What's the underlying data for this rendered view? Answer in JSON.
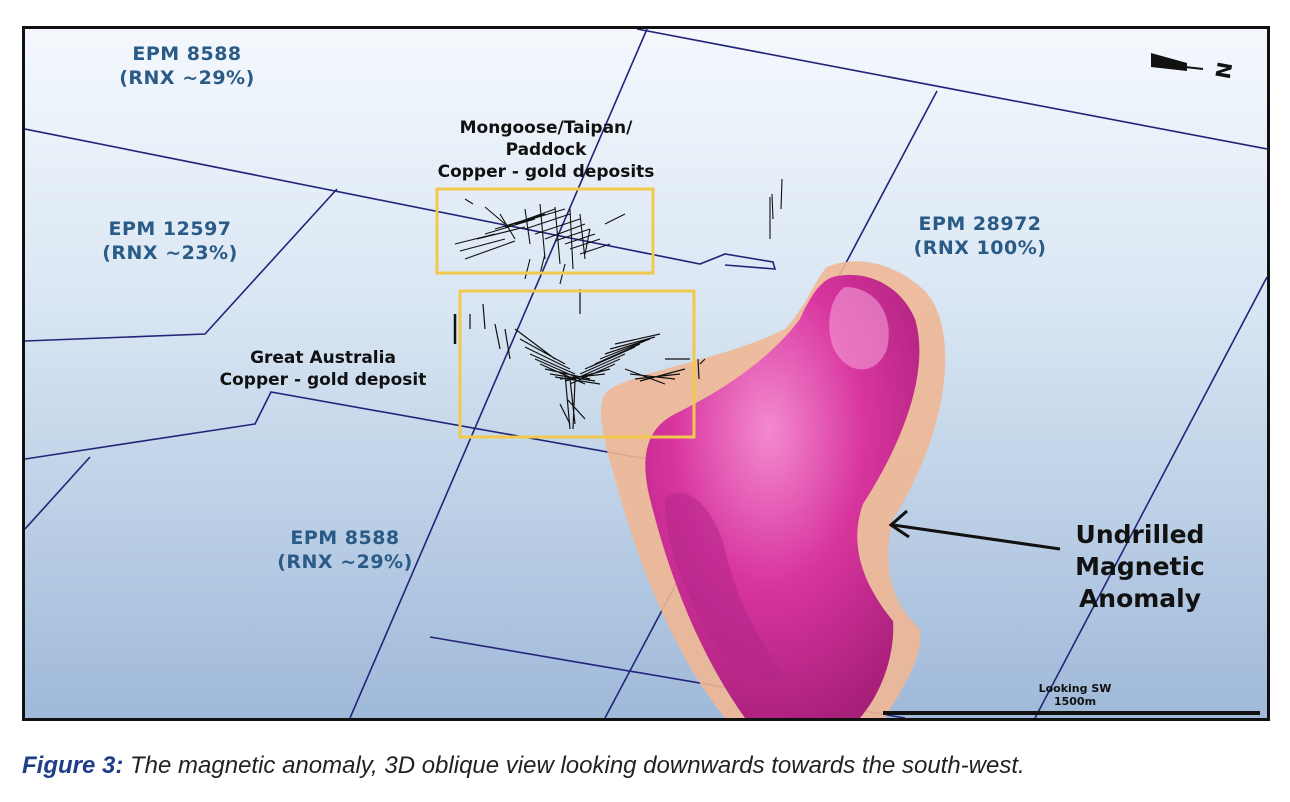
{
  "map": {
    "tenements": [
      {
        "id": "epm-8588-top",
        "name": "EPM 8588",
        "share": "(RNX ~29%)"
      },
      {
        "id": "epm-12597",
        "name": "EPM 12597",
        "share": "(RNX ~23%)"
      },
      {
        "id": "epm-28972",
        "name": "EPM 28972",
        "share": "(RNX 100%)"
      },
      {
        "id": "epm-8588-bottom",
        "name": "EPM 8588",
        "share": "(RNX ~29%)"
      }
    ],
    "deposits": {
      "mongoose": {
        "line1": "Mongoose/Taipan/",
        "line2": "Paddock",
        "line3": "Copper - gold deposits"
      },
      "great_australia": {
        "line1": "Great Australia",
        "line2": "Copper - gold deposit"
      }
    },
    "anomaly": {
      "line1": "Undrilled",
      "line2": "Magnetic",
      "line3": "Anomaly"
    },
    "north_arrow": {
      "label": "N",
      "icon": "north-arrow-icon"
    },
    "scale_bar": {
      "view": "Looking SW",
      "length": "1500m"
    },
    "colors": {
      "tenement_boundary": "#23237a",
      "highlight_box": "#f2c94c",
      "anomaly_core": "#d8359e",
      "anomaly_halo": "#f0b795",
      "tenement_label": "#2a5a86",
      "caption_lead": "#1f3e8a"
    }
  },
  "caption": {
    "lead": "Figure 3:",
    "text": " The magnetic anomaly, 3D oblique view looking downwards towards the south-west."
  }
}
